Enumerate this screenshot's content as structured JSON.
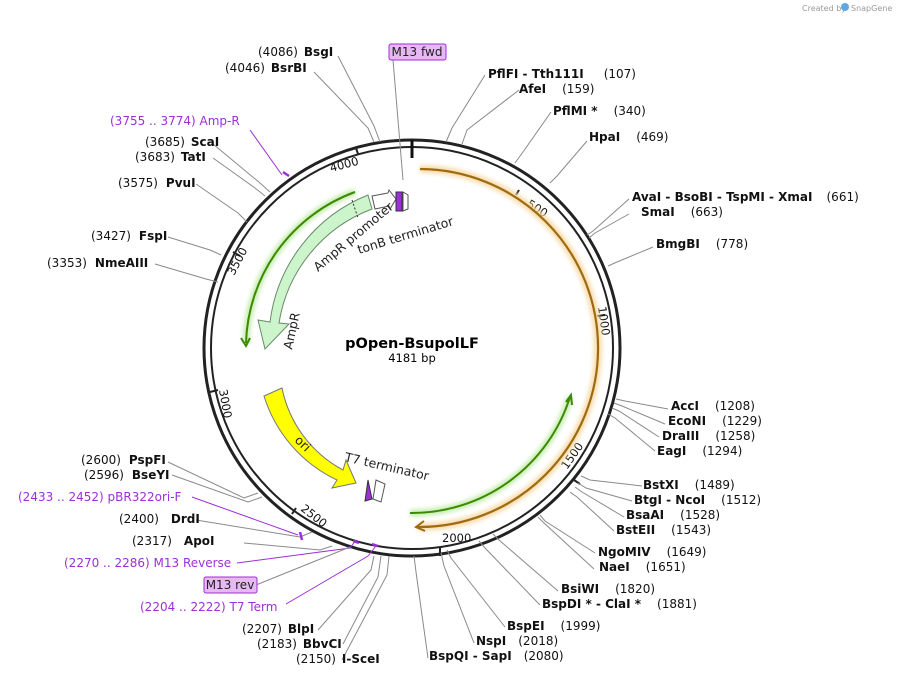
{
  "app": {
    "credit_prefix": "Created by",
    "credit_brand": "SnapGene"
  },
  "plasmid": {
    "name": "pOpen-BsupolLF",
    "length_label": "4181 bp"
  },
  "ticks": [
    "500",
    "1000",
    "1500",
    "2000",
    "2500",
    "3000",
    "3500",
    "4000"
  ],
  "enzymes": {
    "bsgi": {
      "name": "BsgI",
      "pos": "(4086)"
    },
    "bsrbi": {
      "name": "BsrBI",
      "pos": "(4046)"
    },
    "pflfi": {
      "name": "PflFI",
      "sep": " - ",
      "name2": "Tth111I",
      "pos": "(107)"
    },
    "afei": {
      "name": "AfeI",
      "pos": "(159)"
    },
    "pflmi": {
      "name": "PflMI *",
      "pos": "(340)"
    },
    "hpai": {
      "name": "HpaI",
      "pos": "(469)"
    },
    "avai": {
      "name": "AvaI",
      "sep": " - ",
      "name2": "BsoBI",
      "name3": "TspMI",
      "name4": "XmaI",
      "pos": "(661)"
    },
    "smai": {
      "name": "SmaI",
      "pos": "(663)"
    },
    "bmgbi": {
      "name": "BmgBI",
      "pos": "(778)"
    },
    "acci": {
      "name": "AccI",
      "pos": "(1208)"
    },
    "econi": {
      "name": "EcoNI",
      "pos": "(1229)"
    },
    "draiii": {
      "name": "DraIII",
      "pos": "(1258)"
    },
    "eagi": {
      "name": "EagI",
      "pos": "(1294)"
    },
    "bstxi": {
      "name": "BstXI",
      "pos": "(1489)"
    },
    "btgi": {
      "name": "BtgI",
      "sep": " - ",
      "name2": "NcoI",
      "pos": "(1512)"
    },
    "bsaai": {
      "name": "BsaAI",
      "pos": "(1528)"
    },
    "bsteii": {
      "name": "BstEII",
      "pos": "(1543)"
    },
    "ngomiv": {
      "name": "NgoMIV",
      "pos": "(1649)"
    },
    "naei": {
      "name": "NaeI",
      "pos": "(1651)"
    },
    "bsiwi": {
      "name": "BsiWI",
      "pos": "(1820)"
    },
    "bspdi": {
      "name": "BspDI *",
      "sep": " - ",
      "name2": "ClaI *",
      "pos": "(1881)"
    },
    "bspei": {
      "name": "BspEI",
      "pos": "(1999)"
    },
    "nspi": {
      "name": "NspI",
      "pos": "(2018)"
    },
    "bspqi": {
      "name": "BspQI",
      "sep": " - ",
      "name2": "SapI",
      "pos": "(2080)"
    },
    "iscei": {
      "name": "I-SceI",
      "pos": "(2150)"
    },
    "bbvci": {
      "name": "BbvCI",
      "pos": "(2183)"
    },
    "blpi": {
      "name": "BlpI",
      "pos": "(2207)"
    },
    "apoi": {
      "name": "ApoI",
      "pos": "(2317)"
    },
    "drdi": {
      "name": "DrdI",
      "pos": "(2400)"
    },
    "bseyi": {
      "name": "BseYI",
      "pos": "(2596)"
    },
    "pspfi": {
      "name": "PspFI",
      "pos": "(2600)"
    },
    "nmeaiii": {
      "name": "NmeAIII",
      "pos": "(3353)"
    },
    "fspi": {
      "name": "FspI",
      "pos": "(3427)"
    },
    "pvui": {
      "name": "PvuI",
      "pos": "(3575)"
    },
    "tati": {
      "name": "TatI",
      "pos": "(3683)"
    },
    "scai": {
      "name": "ScaI",
      "pos": "(3685)"
    }
  },
  "primers": {
    "ampr": {
      "label": "(3755 .. 3774)  Amp-R"
    },
    "pbr322": {
      "label": "(2433 .. 2452)  pBR322ori-F"
    },
    "m13rev_site": {
      "label": "(2270 .. 2286)  M13 Reverse"
    },
    "t7term": {
      "label": "(2204 .. 2222)  T7 Term"
    },
    "m13fwd_box": {
      "label": "M13 fwd"
    },
    "m13rev_box": {
      "label": "M13 rev"
    }
  },
  "features": {
    "ampr_promoter": "AmpR promoter",
    "tonb": "tonB terminator",
    "ampr": "AmpR",
    "ori": "ori",
    "t7": "T7 terminator"
  },
  "colors": {
    "backbone": "#222222",
    "orange_orf": "#e8a33c",
    "green_arrow": "#3c8a00",
    "ampr_fill": "#ccf5cc",
    "ori_fill": "#ffff00",
    "primer_purple": "#9b30d9",
    "primer_box_fill": "#e8b8f5"
  }
}
